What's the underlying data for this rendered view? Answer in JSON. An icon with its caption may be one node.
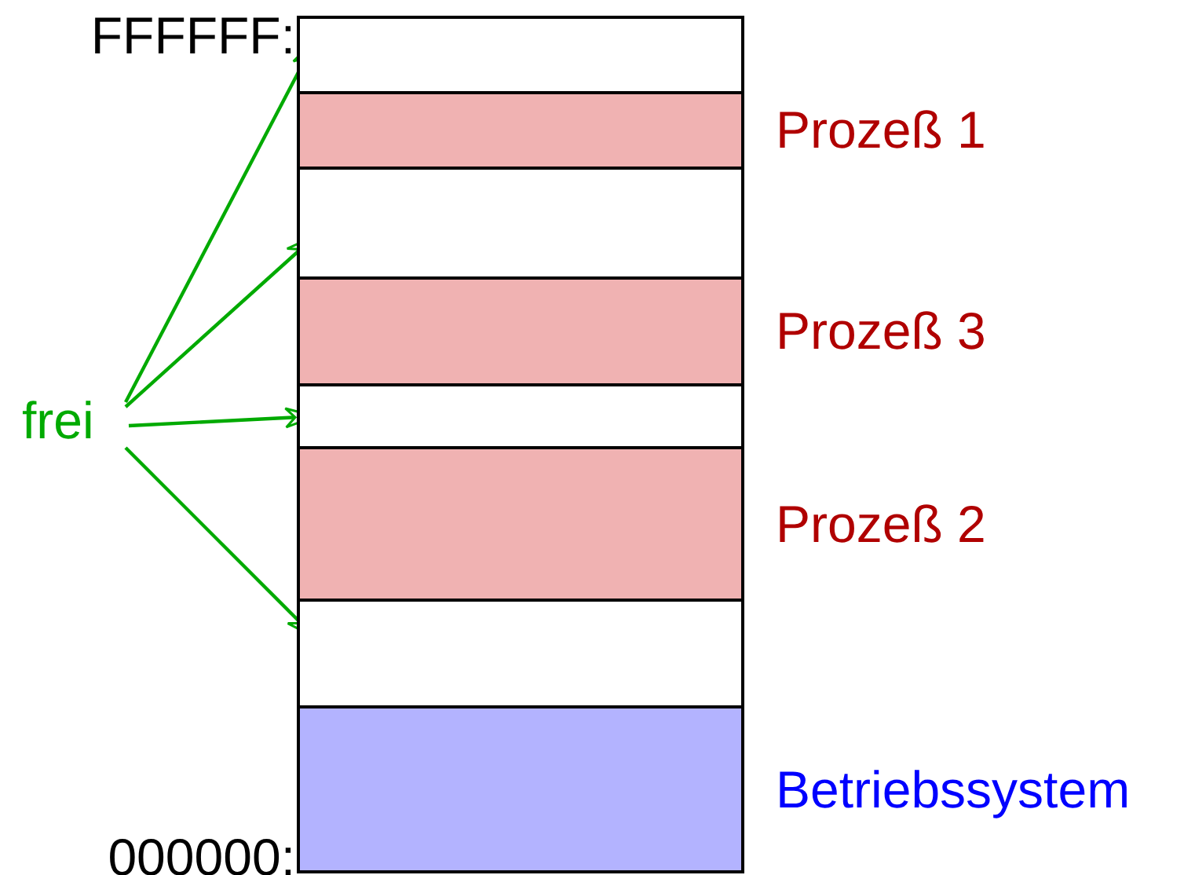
{
  "diagram": {
    "nodes": [
      {
        "text": [
          "frei"
        ]
      },
      {
        "text": [],
        "shape": "box"
      },
      {
        "text": [],
        "shape": "box",
        "beside": [
          "Prozeß 1"
        ]
      },
      {
        "text": [],
        "shape": "box"
      },
      {
        "text": [],
        "shape": "box",
        "beside": [
          "Prozeß 3"
        ]
      },
      {
        "text": [],
        "shape": "box"
      },
      {
        "text": [],
        "shape": "box",
        "beside": [
          "Prozeß 2"
        ]
      },
      {
        "text": [],
        "shape": "box"
      },
      {
        "text": [],
        "shape": "box",
        "beside": [
          "Betriebssystem"
        ]
      }
    ],
    "edges": [
      {
        "from": 0,
        "to": 1,
        "arrow": "to"
      },
      {
        "from": 0,
        "to": 3,
        "arrow": "to"
      },
      {
        "from": 0,
        "to": 5,
        "arrow": "to"
      },
      {
        "from": 0,
        "to": 7,
        "arrow": "to"
      }
    ],
    "labels": [
      "FFFFFF:",
      "000000:"
    ]
  }
}
